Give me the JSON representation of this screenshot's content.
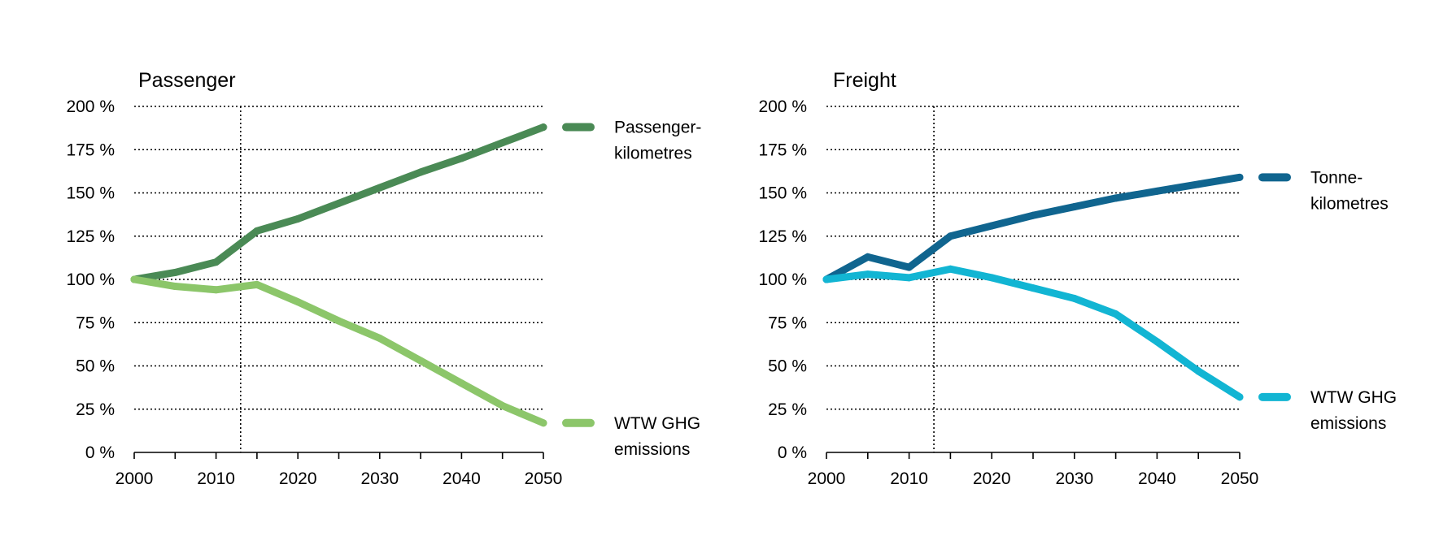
{
  "chart_data": [
    {
      "type": "line",
      "title": "Passenger",
      "x": [
        2000,
        2005,
        2010,
        2015,
        2020,
        2025,
        2030,
        2035,
        2040,
        2045,
        2050
      ],
      "xticks": [
        2000,
        2010,
        2020,
        2030,
        2040,
        2050
      ],
      "ylim": [
        0,
        200
      ],
      "yticks": [
        0,
        25,
        50,
        75,
        100,
        125,
        150,
        175,
        200
      ],
      "ytick_suffix": " %",
      "grid": "horizontal dotted",
      "vertical_marker_x": 2013,
      "legend_placement": "right, at line ends",
      "series": [
        {
          "name": "Passenger-kilometres",
          "name_lines": [
            "Passenger-",
            "kilometres"
          ],
          "color": "#4a8a55",
          "values": [
            100,
            104,
            110,
            128,
            135,
            144,
            153,
            162,
            170,
            179,
            188
          ]
        },
        {
          "name": "WTW GHG emissions",
          "name_lines": [
            "WTW GHG",
            "emissions"
          ],
          "color": "#8cc66a",
          "values": [
            100,
            96,
            94,
            97,
            87,
            76,
            66,
            53,
            40,
            27,
            17
          ]
        }
      ]
    },
    {
      "type": "line",
      "title": "Freight",
      "x": [
        2000,
        2005,
        2010,
        2015,
        2020,
        2025,
        2030,
        2035,
        2040,
        2045,
        2050
      ],
      "xticks": [
        2000,
        2010,
        2020,
        2030,
        2040,
        2050
      ],
      "ylim": [
        0,
        200
      ],
      "yticks": [
        0,
        25,
        50,
        75,
        100,
        125,
        150,
        175,
        200
      ],
      "ytick_suffix": " %",
      "grid": "horizontal dotted",
      "vertical_marker_x": 2013,
      "legend_placement": "right, at line ends",
      "series": [
        {
          "name": "Tonne-kilometres",
          "name_lines": [
            "Tonne-",
            "kilometres"
          ],
          "color": "#10658f",
          "values": [
            100,
            113,
            107,
            125,
            131,
            137,
            142,
            147,
            151,
            155,
            159
          ]
        },
        {
          "name": "WTW GHG emissions",
          "name_lines": [
            "WTW GHG",
            "emissions"
          ],
          "color": "#12b5d3",
          "values": [
            100,
            103,
            101,
            106,
            101,
            95,
            89,
            80,
            64,
            47,
            32
          ]
        }
      ]
    }
  ]
}
